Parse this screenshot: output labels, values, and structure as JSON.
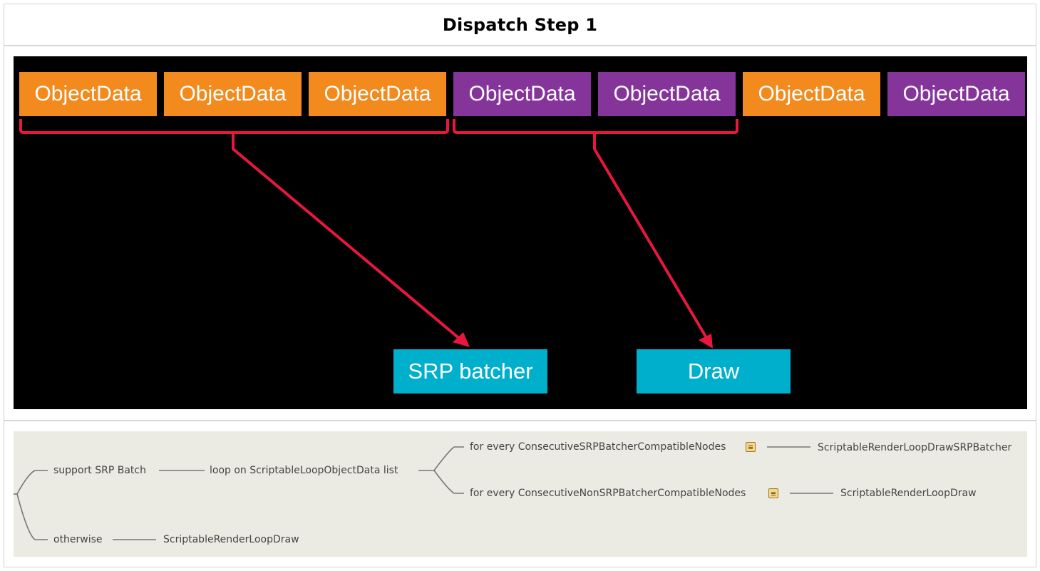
{
  "title": "Dispatch Step 1",
  "diagram": {
    "object_blocks": [
      {
        "label": "ObjectData",
        "color": "#f28a1e"
      },
      {
        "label": "ObjectData",
        "color": "#f28a1e"
      },
      {
        "label": "ObjectData",
        "color": "#f28a1e"
      },
      {
        "label": "ObjectData",
        "color": "#85349a"
      },
      {
        "label": "ObjectData",
        "color": "#85349a"
      },
      {
        "label": "ObjectData",
        "color": "#f28a1e"
      },
      {
        "label": "ObjectData",
        "color": "#85349a"
      }
    ],
    "targets": {
      "srp_batcher": "SRP batcher",
      "draw": "Draw"
    },
    "colors": {
      "background": "#000000",
      "arrow": "#e8173e",
      "target": "#00afcc"
    }
  },
  "mindmap": {
    "branch_support": "support SRP Batch",
    "loop": "loop on ScriptableLoopObjectData list",
    "compatible": "for every ConsecutiveSRPBatcherCompatibleNodes",
    "compatible_result": "ScriptableRenderLoopDrawSRPBatcher",
    "non_compatible": "for every ConsecutiveNonSRPBatcherCompatibleNodes",
    "non_compatible_result": "ScriptableRenderLoopDraw",
    "branch_otherwise": "otherwise",
    "otherwise_result": "ScriptableRenderLoopDraw",
    "note_icon": "note-icon"
  }
}
